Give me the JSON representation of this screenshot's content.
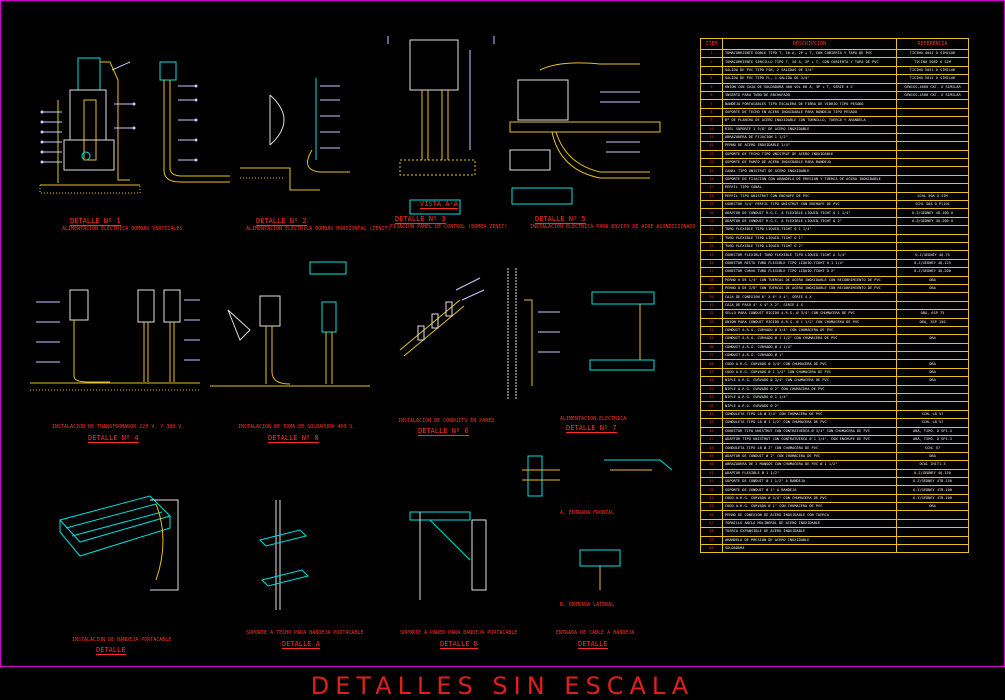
{
  "sheet_title": "DETALLES  SIN  ESCALA",
  "table": {
    "headers": [
      "ITEM",
      "DESCRIPCION",
      "REFERENCIA"
    ],
    "rows": [
      [
        "1",
        "TOMACORRIENTE DOBLE TIPO T, 16 A, 2P + T, CON CUBIERTA Y TAPA DE PVC",
        "TICINO 4041 Ó SIMILAR"
      ],
      [
        "2",
        "TOMACORRIENTE SENCILLO TIPO T, 20 A, 2P + T, CON CUBIERTA Y TAPA DE PVC",
        "TICINO 5082 Ó SIM"
      ],
      [
        "3",
        "SALIDA DE PVC TIPO FSB, 2 SALIDAS DE 3/4\"",
        "TICINO 5021 Ó SIMILAR"
      ],
      [
        "4",
        "SALIDA DE PVC TIPO FL, 1 SALIDA DE 3/4\"",
        "TICINO 5012 Ó SIMILAR"
      ],
      [
        "5",
        "UNION CON CAJA DE SOLDADURA 460 VOL 60 A, 3P + T, SERIE 4 C",
        "GEWISS-4660 CAT. Ó SIMILAR"
      ],
      [
        "6",
        "INSERTO PARA TUBO DE ENCHUFADO",
        "GEWISS-4580 CAT. Ó SIMILAR"
      ],
      [
        "7",
        "BANDEJA PORTACABLES TIPO ESCALERA DE FIBRA DE VIDRIO TIPO PESADO",
        ""
      ],
      [
        "8",
        "SOPORTE DE TECHO EN ACERO INOXIDABLE PARA BANDEJA TIPO PESADO",
        ""
      ],
      [
        "9",
        "Bº DE PLANCHA DE ACERO INOXIDABLE CON TORNILLO, TUERCA Y ARANDELA",
        ""
      ],
      [
        "10",
        "RIEL SOPORTE 1 5/8\" DE ACERO INOXIDABLE",
        ""
      ],
      [
        "11",
        "ABRAZADERA DE FIJACION 1 1/2\"",
        ""
      ],
      [
        "12",
        "PERNO DE ACERO INOXIDABLE 1/4\"",
        ""
      ],
      [
        "13",
        "SOPORTE DE TECHO TIPO UNISTRUT DE ACERO INOXIDABLE",
        ""
      ],
      [
        "14",
        "SOPORTE DE PARED DE ACERO INOXIDABLE PARA BANDEJA",
        ""
      ],
      [
        "15",
        "CANAL TIPO UNISTRUT DE ACERO INOXIDABLE",
        ""
      ],
      [
        "16",
        "SOPORTE DE FIJACION CON ARANDELA DE PRESION Y TUERCA DE ACERO INOXIDABLE",
        ""
      ],
      [
        "17",
        "PERFIL TIPO CANAL",
        ""
      ],
      [
        "18",
        "PERFIL TIPO UNISTRUT CON ENCHUFE DE PVC",
        "SCHL 50A Ó SIM"
      ],
      [
        "19",
        "CONECTOR 3/4\" PERFIL TIPO UNISTRUT CON ENCHUFE DE PVC",
        "SCHL 50A Ó P1101"
      ],
      [
        "20",
        "ADAPTOR DE CONDUIT R.G.C. A FLEXIBLE LIQUID-TIGHT Ó 1 1/4\"",
        "O-Z/GEDNEY 4Q-100 Ó"
      ],
      [
        "21",
        "ADAPTOR DE CONDUIT R.G.C. A FLEXIBLE LIQUID-TIGHT Ó 2\"",
        "O-Z/GEDNEY 4Q-200 Ó"
      ],
      [
        "22",
        "TUBO FLEXIBLE TIPO LIQUID-TIGHT Ó 1 1/4\"",
        ""
      ],
      [
        "23",
        "TUBO FLEXIBLE TIPO LIQUID-TIGHT Ó 1\"",
        ""
      ],
      [
        "24",
        "TUBO FLEXIBLE TIPO LIQUID-TIGHT Ó 2\"",
        ""
      ],
      [
        "25",
        "CONECTOR FLEXIBLE TUBO FLEXIBLE TIPO LIQUID-TIGHT A 3/4\"",
        "O-Z/GEDNEY 4Q-75"
      ],
      [
        "26",
        "CONECTOR RECTO TUBO FLEXIBLE TIPO LIQUID-TIGHT Ó 1 1/4\"",
        "O-Z/GEDNEY 4Q-125"
      ],
      [
        "27",
        "CONECTOR CURVO TUBO FLEXIBLE TIPO LIQUID-TIGHT Ó 2\"",
        "O-Z/GEDNEY 4Q-200"
      ],
      [
        "28",
        "PERNO U DE 1/4\" CON TUERCAS DE ACERO INOXIDABLE CON RECUBRIMIENTO DE PVC",
        "OBA"
      ],
      [
        "29",
        "PERNO U DE 3/8\" CON TUERCAS DE ACERO INOXIDABLE CON RECUBRIMIENTO DE PVC",
        "OBA"
      ],
      [
        "30",
        "CAJA DE CONEXION 6\" x 6\" x 4\", SERIE 4 X",
        ""
      ],
      [
        "31",
        "CAJA DE PASO 4\" x 4\" x 2\", SERIE 4 X",
        ""
      ],
      [
        "32",
        "SELLO PARA CONDUIT RIGIDO A.R.G. Ø 3/4\" CON CHUMACERA DE PVC",
        "OBA, 6SP 75"
      ],
      [
        "33",
        "UNION PARA CONDUIT RIGIDO A.R.G. Ø 1 1/2\" CON CHUMACERA DE PVC",
        "OBA, 3SP 150"
      ],
      [
        "34",
        "CONDUIT A.R.G. CURVADO Ø 3/4\" CON CHUMACERA DE PVC",
        ""
      ],
      [
        "35",
        "CONDUIT A.R.G. CURVADO Ø 1 1/2\" CON CHUMACERA DE PVC",
        "OBA"
      ],
      [
        "36",
        "CONDUIT A.R.G. CURVADO Ø 1 1/4\"",
        ""
      ],
      [
        "37",
        "CONDUIT A.R.G. CURVADO Ø 1\"",
        ""
      ],
      [
        "38",
        "CODO A.R.G. CURVADO Ø 3/4\" CON CHUMACERA DE PVC",
        "OBA"
      ],
      [
        "39",
        "CODO A.R.G. CURVADO Ø 1 1/2\" CON CHUMACERA DE PVC",
        "OBA"
      ],
      [
        "40",
        "NIPLE A.R.G. CURVADO Ø 3/4\" CON CHUMACERA DE PVC",
        "OBA"
      ],
      [
        "41",
        "NIPLE A.R.G. CURVADO Ø 2\" CON CHUMACERA DE PVC",
        ""
      ],
      [
        "42",
        "NIPLE A.R.G. CURVADO Ø 1 1/4\"",
        ""
      ],
      [
        "43",
        "NIPLE A.R.G. CURVADO Ø 2\"",
        ""
      ],
      [
        "44",
        "CONDULETA TIPO LB Ø 3/4\" CON CHUMACERA DE PVC",
        "SCHL LB 57"
      ],
      [
        "45",
        "CONDULETA TIPO LB Ø 1 1/2\" CON CHUMACERA DE PVC",
        "SCHL LB 57"
      ],
      [
        "46",
        "CONECTOR TIPO UNISTRUT CON CONTRATUERCA Ø 3/4\" CON CHUMACERA DE PVC",
        "OBA, TIPO. Ó SP1-4"
      ],
      [
        "47",
        "ADAPTOR TIPO UNISTRUT CON CONTRATUERCA Ø 1 1/4\", CON ENCHUFE DE PVC",
        "OBA, TIPO. Ó SP1-3"
      ],
      [
        "48",
        "CONDULETA TIPO LB Ø 2\" CON CHUMACERA DE PVC",
        "SCHL 57"
      ],
      [
        "49",
        "ADAPTOR DE CONDUIT Ø 2\" CON CHUMACERA DE PVC",
        "OBA"
      ],
      [
        "50",
        "ABRAZADERA DE 2 MANGOS CON CHUMACERA DE PVC Ø 1 1/2\"",
        "OCAL 2H1T1-3"
      ],
      [
        "51",
        "ADAPTOR FLEXIBLE Ø 1 1/2\"",
        "O-Z/GEDNEY 4Q-150"
      ],
      [
        "52",
        "SOPORTE DE CONDUIT Ø 1 1/2\" A BANDEJA",
        "O-Z/GEDNEY 4TB-150"
      ],
      [
        "53",
        "SOPORTE DE CONDUIT Ø 1\" A BANDEJA",
        "O-Z/GEDNEY 4TB-100"
      ],
      [
        "54",
        "CODO A.R.G. CURVADO Ø 3/4\" CON CHUMACERA DE PVC",
        "O-Z/GEDNEY 4TB-100"
      ],
      [
        "55",
        "CODO A.R.G. CURVADO Ø 1\" CON CHUMACERA DE PVC",
        "OBA"
      ],
      [
        "56",
        "PERNO DE CONEXION DE ACERO INOXIDABLE CON TUERCA",
        ""
      ],
      [
        "57",
        "TORNILLO ANCLA MOLINERAL DE ACERO INOXIDABLE",
        ""
      ],
      [
        "58",
        "TUERCA EXPANSIBLE DE ACERO INOXIDABLE",
        ""
      ],
      [
        "59",
        "ARANDELA DE PRESION DE ACERO INOXIDABLE",
        ""
      ],
      [
        "60",
        "SOLDADURA",
        ""
      ]
    ]
  },
  "details": {
    "d1_title": "DETALLE Nº 1",
    "d1_sub": "ALIMENTACION ELECTRICA BOMBAS VERTICALES",
    "d2_title": "DETALLE Nº 2",
    "d2_sub": "ALIMENTACION ELECTRICA BOMBAS HORIZONTAL (ZENIT)",
    "d3_title": "DETALLE Nº 3",
    "d3_sub": "FIJACION PANEL DE CONTROL (BOMBA ZENIT)",
    "view_aa": "VISTA A-A",
    "d5_title": "DETALLE Nº 5",
    "d5_sub": "INSTALACION ELECTRICA PARA EQUIPO DE AIRE ACONDICIONADO",
    "d4_sub": "INSTALACION DE TRANSFORMADOR 220 V. Y 380 V.",
    "d4_title": "DETALLE Nº 4",
    "d8_sub": "INSTALACION DE TOMA DE SOLDADURA 460 V.",
    "d8_title": "DETALLE Nº 8",
    "d6_sub": "INSTALACION DE CONDUITS EN PARED",
    "d6_title": "DETALLE Nº 6",
    "d7_sub": "ALIMENTACION ELECTRICA",
    "d7_title": "DETALLE Nº 7",
    "b1_sub": "INSTALACION DE BANDEJA PORTACABLE",
    "b1_title": "DETALLE",
    "ba_sub": "SOPORTE A TECHO PARA BANDEJA PORTACABLE",
    "ba_title": "DETALLE A",
    "bb_sub": "SOPORTE A PARED PARA BANDEJA PORTACABLE",
    "bb_title": "DETALLE B",
    "bc_sub": "ENTRADA DE CABLE A BANDEJA",
    "bc_title": "DETALLE",
    "entrada_frontal": "A. ENTRADA FRONTAL",
    "entrada_lateral": "B. ENTRADA LATERAL"
  }
}
